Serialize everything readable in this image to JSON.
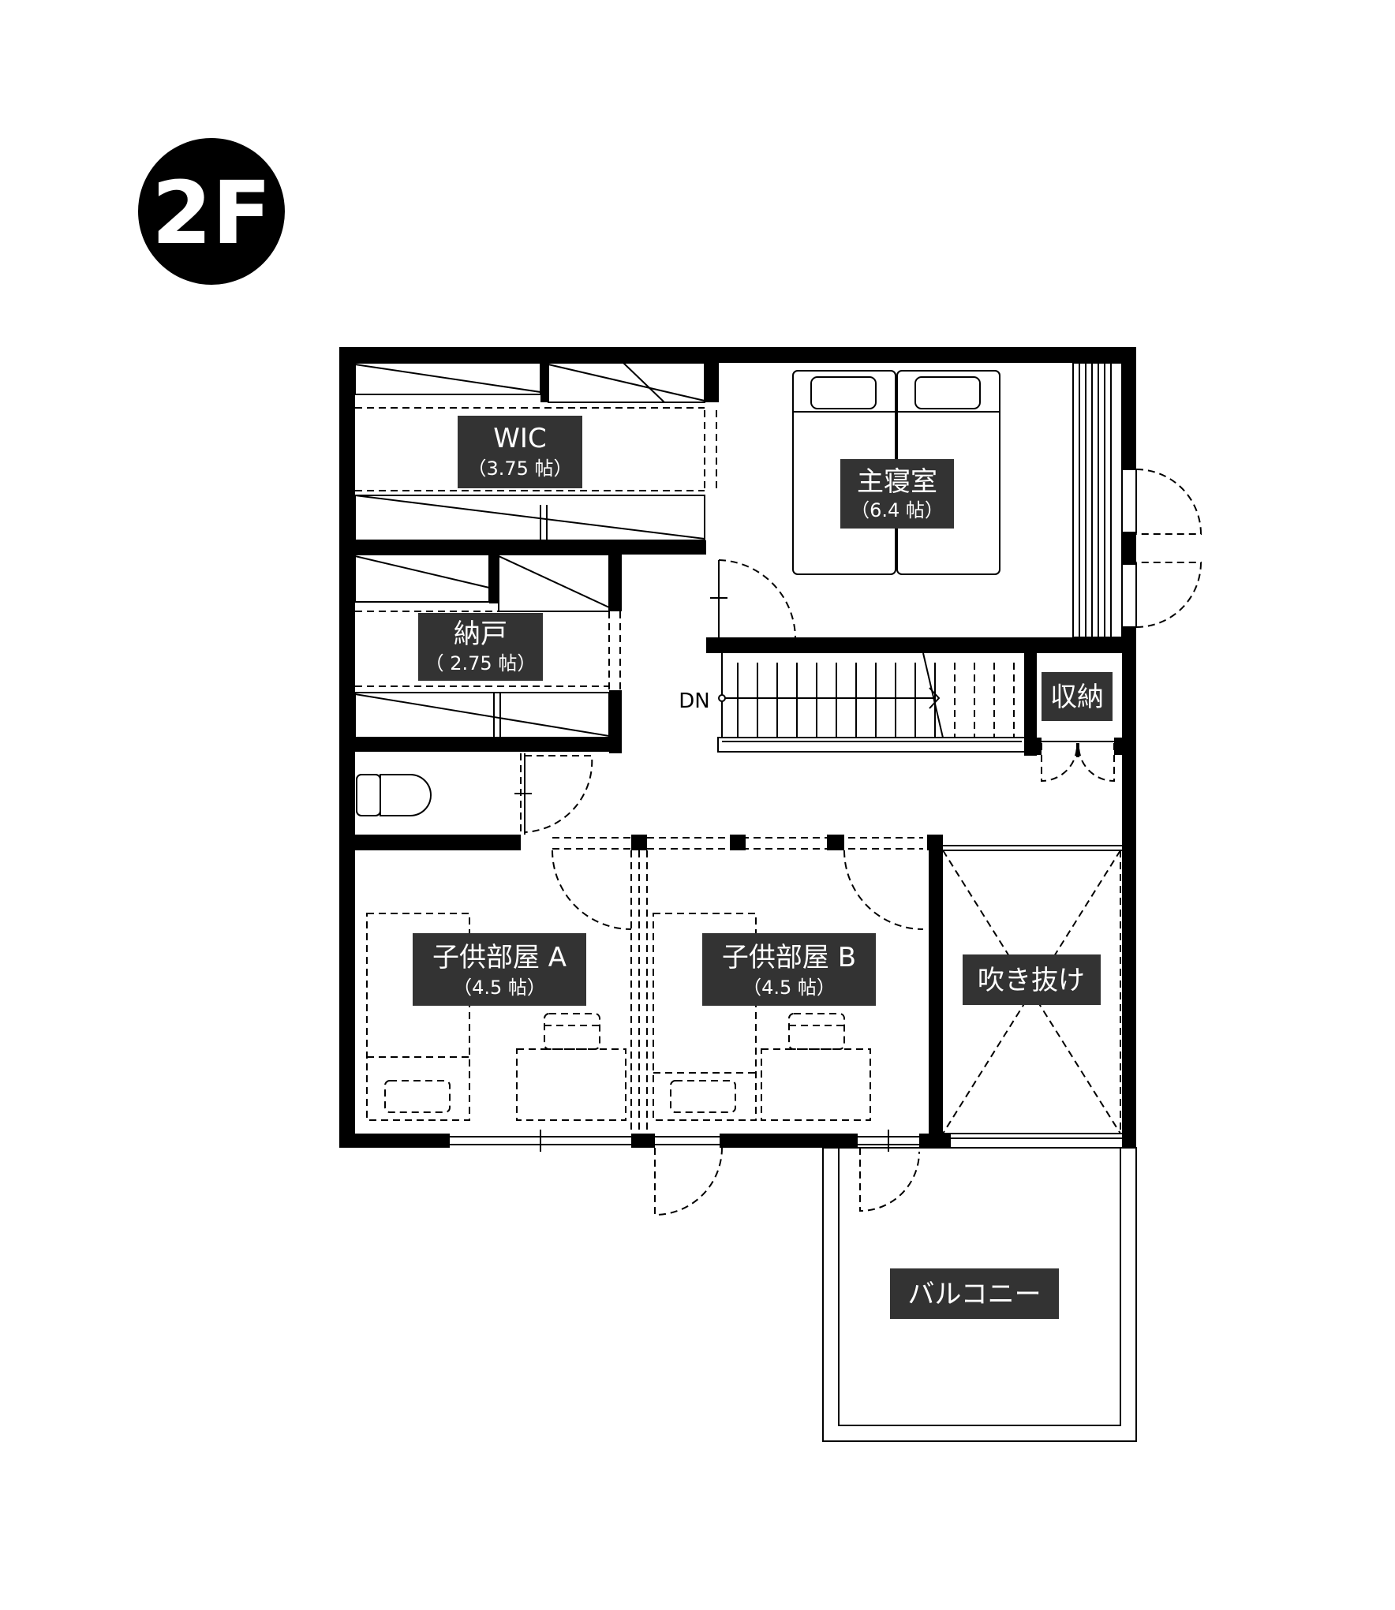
{
  "floor": {
    "badge": "2F"
  },
  "rooms": {
    "wic": {
      "name": "WIC",
      "size": "（3.75 帖）"
    },
    "master": {
      "name": "主寝室",
      "size": "（6.4 帖）"
    },
    "storage_room": {
      "name": "納戸",
      "size": "（ 2.75 帖）"
    },
    "closet": {
      "name": "収納"
    },
    "child_a": {
      "name": "子供部屋 A",
      "size": "（4.5 帖）"
    },
    "child_b": {
      "name": "子供部屋 B",
      "size": "（4.5 帖）"
    },
    "void": {
      "name": "吹き抜け"
    },
    "balcony": {
      "name": "バルコニー"
    }
  },
  "stairs": {
    "direction": "DN"
  },
  "colors": {
    "wall": "#000000",
    "label_bg": "#333333",
    "label_text": "#ffffff",
    "background": "#ffffff"
  }
}
